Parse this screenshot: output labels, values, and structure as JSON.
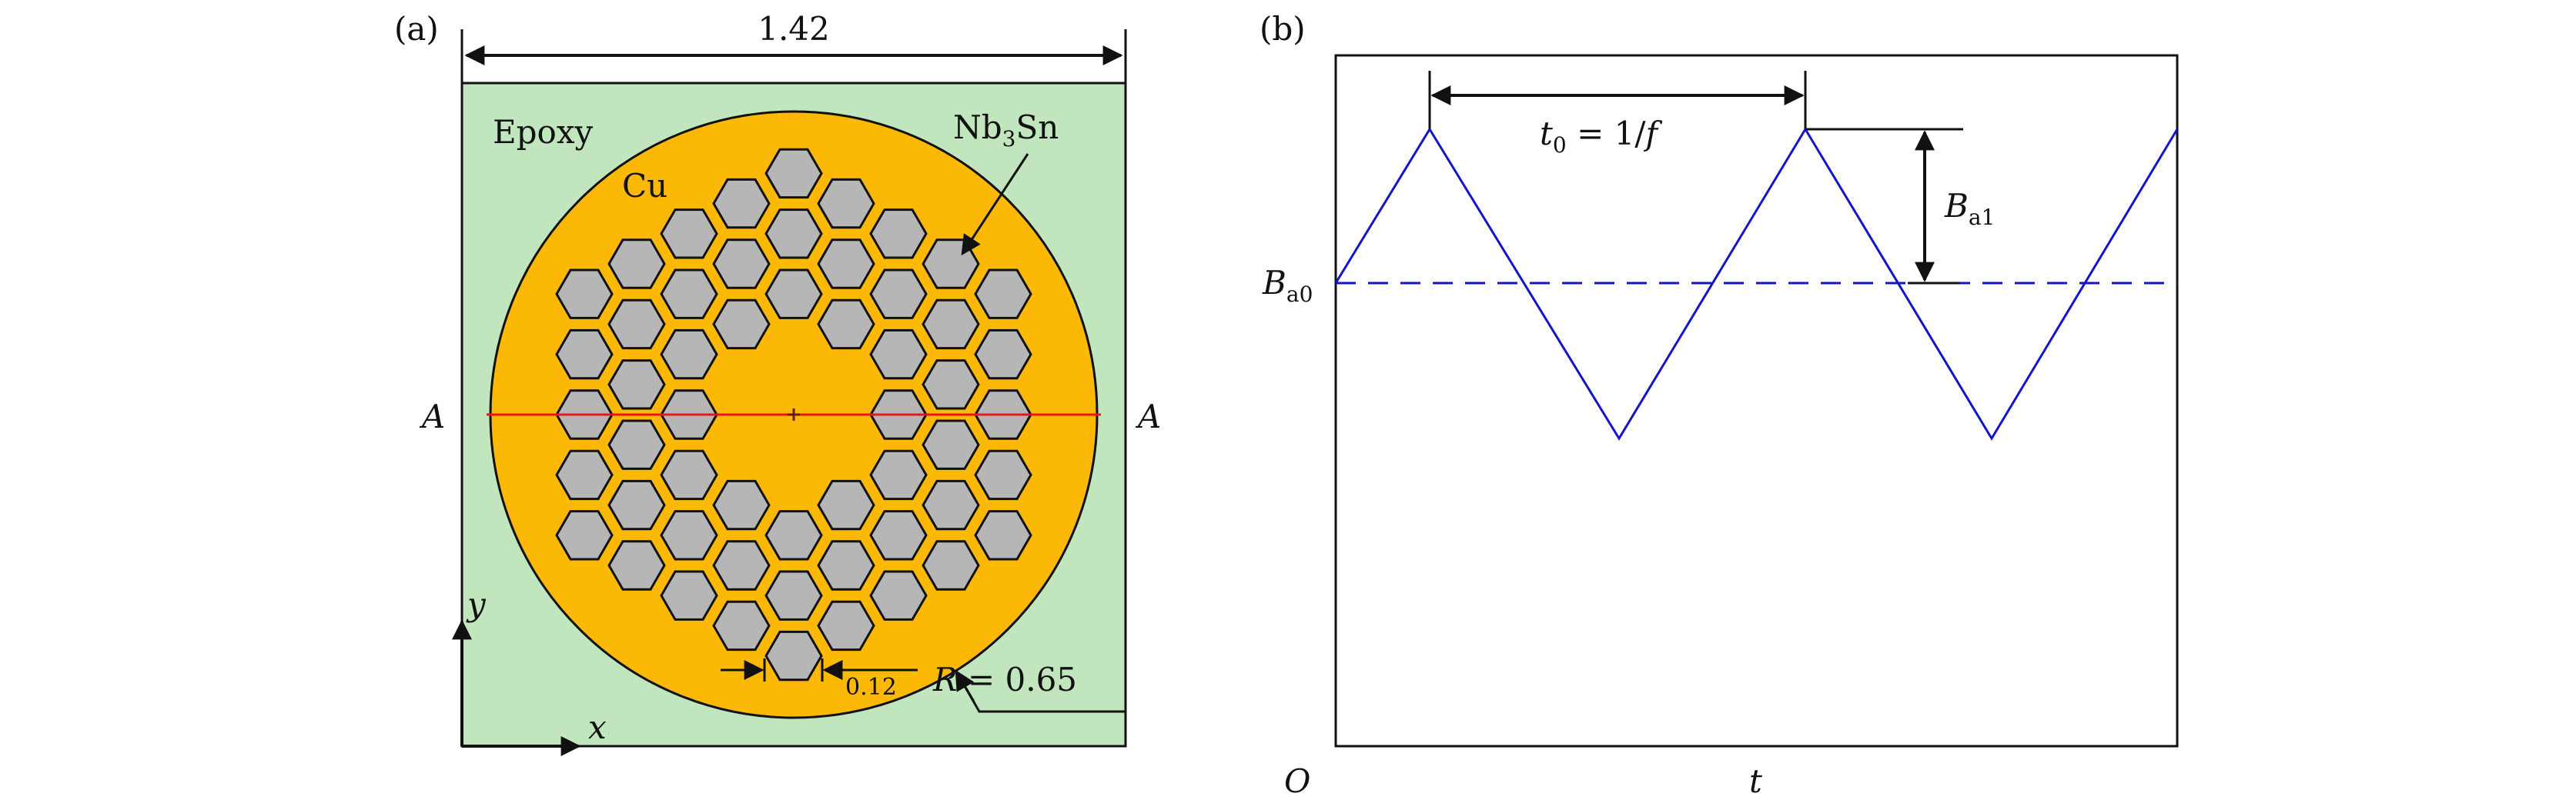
{
  "panel_a": {
    "label": "(a)",
    "width_label": "1.42",
    "epoxy_label": "Epoxy",
    "cu_label": "Cu",
    "nb3sn_label": {
      "main": "Nb",
      "sub": "3",
      "tail": "Sn"
    },
    "left_section": "A",
    "right_section": "A",
    "y_axis": "y",
    "x_axis": "x",
    "gap_label": "0.12",
    "radius_label": {
      "var": "R",
      "rest": " = 0.65"
    }
  },
  "panel_b": {
    "label": "(b)",
    "period_label": {
      "t": "t",
      "sub": "0",
      "rest": " = 1/",
      "f": "f"
    },
    "amplitude_label": {
      "B": "B",
      "sub": "a1"
    },
    "offset_label": {
      "B": "B",
      "sub": "a0"
    },
    "origin": "O",
    "t_axis": "t"
  },
  "colors": {
    "epoxy": "#c1e5bd",
    "copper": "#fbb805",
    "filament": "#b6b6b6",
    "section_line": "#e8161b",
    "waveform": "#1414c8",
    "outline": "#111111"
  }
}
